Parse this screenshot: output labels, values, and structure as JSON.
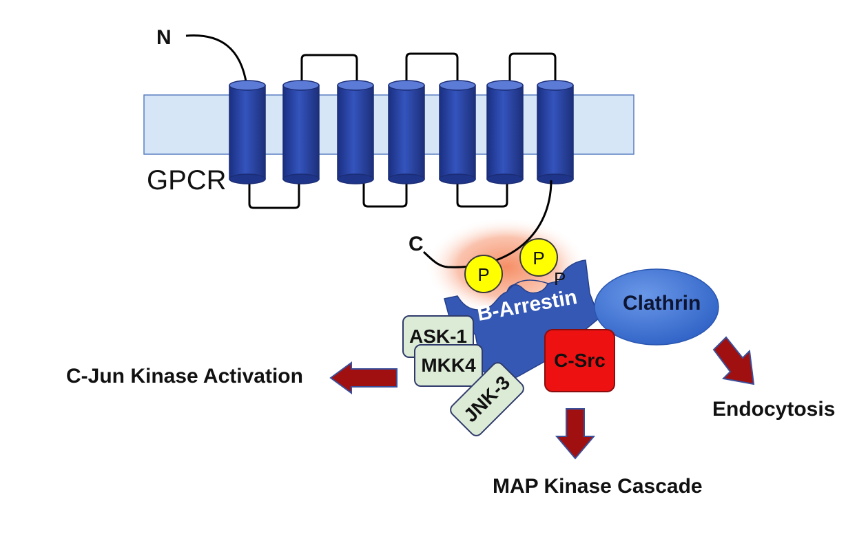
{
  "diagram": {
    "membrane_label": "GPCR",
    "n_terminus": "N",
    "c_terminus": "C",
    "phosphate_labels": [
      "P",
      "P",
      "P"
    ],
    "arrestin_label": "B-Arrestin",
    "clathrin_label": "Clathrin",
    "src_label": "C-Src",
    "kinases": [
      "ASK-1",
      "MKK4",
      "JNK-3"
    ],
    "outcomes": {
      "jun": "C-Jun Kinase Activation",
      "map": "MAP Kinase Cascade",
      "endo": "Endocytosis"
    },
    "colors": {
      "membrane": "#d6e6f7",
      "helix": "#2b47a8",
      "arrestin": "#3558b5",
      "clathrin": "#3b6fd1",
      "src": "#ee1111",
      "arrow": "#a01010",
      "kinase_box": "#dcebd6",
      "phosphate": "#ffff00",
      "glow": "#f47a4a"
    }
  }
}
